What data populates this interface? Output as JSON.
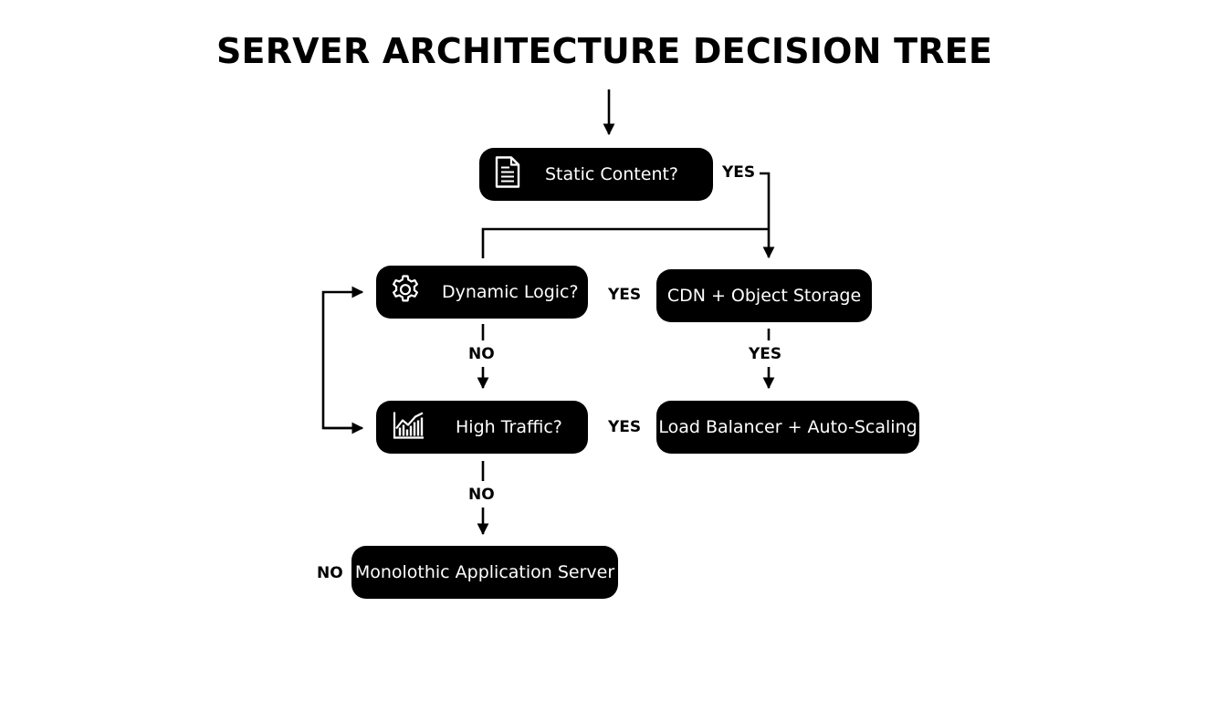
{
  "title": "SERVER ARCHITECTURE DECISION TREE",
  "nodes": {
    "static_content": {
      "label": "Static Content?",
      "icon": "document-icon"
    },
    "dynamic_logic": {
      "label": "Dynamic Logic?",
      "icon": "gear-icon"
    },
    "high_traffic": {
      "label": "High Traffic?",
      "icon": "chart-icon"
    },
    "cdn_storage": {
      "label": "CDN + Object Storage"
    },
    "load_balancer": {
      "label": "Load Balancer + Auto-Scaling"
    },
    "monolith": {
      "label": "Monolothic Application Server"
    }
  },
  "edge_labels": {
    "static_yes": "YES",
    "dynamic_yes": "YES",
    "dynamic_no": "NO",
    "cdn_yes": "YES",
    "traffic_yes": "YES",
    "traffic_no": "NO",
    "monolith_no": "NO"
  },
  "colors": {
    "node_fill": "#000000",
    "node_text": "#ffffff",
    "line": "#000000",
    "background": "#ffffff"
  }
}
